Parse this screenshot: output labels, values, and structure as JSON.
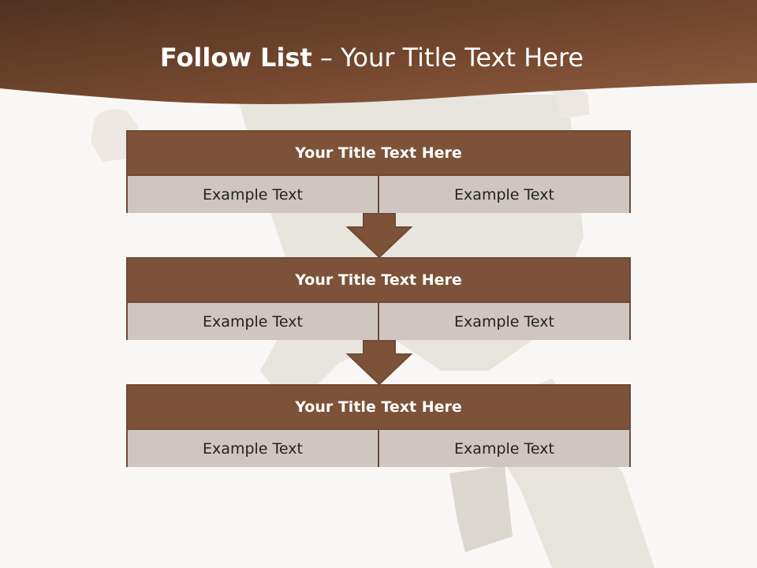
{
  "slide": {
    "title_bold": "Follow List",
    "title_rest": "Your Title Text Here",
    "title_separator": "–"
  },
  "colors": {
    "header": "#7a4c33",
    "step_title_bg": "#7d5239",
    "step_cell_bg": "#cfc6c1",
    "border": "#6e4a34"
  },
  "steps": [
    {
      "title": "Your Title Text Here",
      "left": "Example Text",
      "right": "Example Text"
    },
    {
      "title": "Your Title Text Here",
      "left": "Example Text",
      "right": "Example Text"
    },
    {
      "title": "Your Title Text Here",
      "left": "Example Text",
      "right": "Example Text"
    }
  ]
}
